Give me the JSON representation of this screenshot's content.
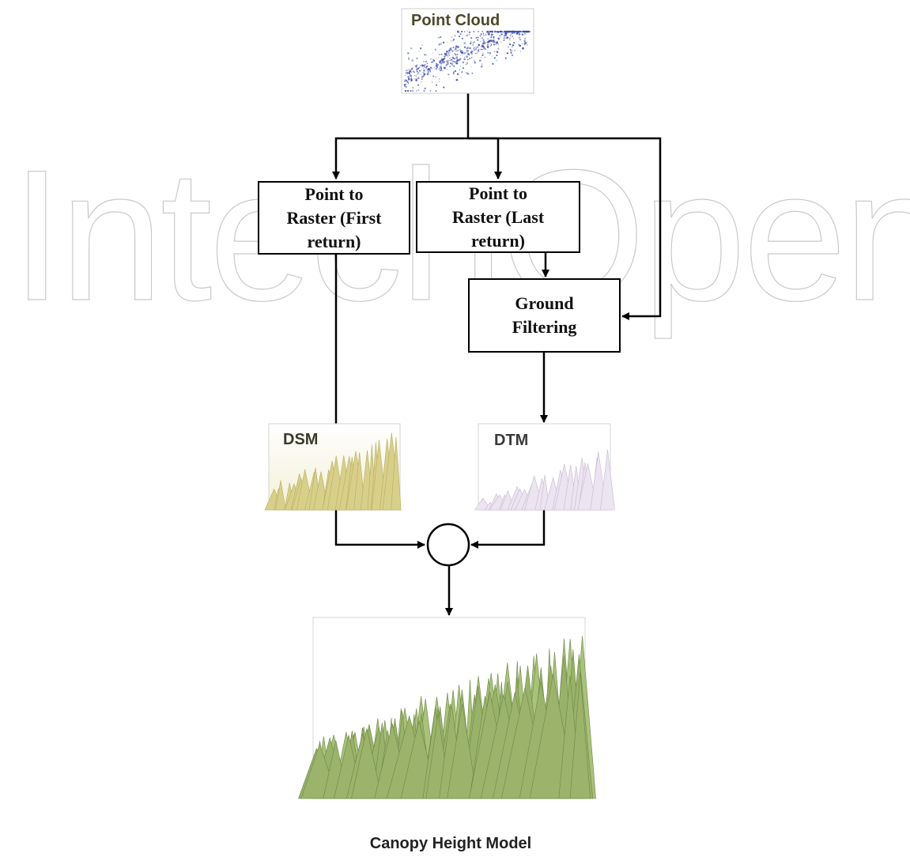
{
  "watermark": {
    "text": "IntechOpen"
  },
  "nodes": {
    "point_cloud": {
      "label": "Point Cloud"
    },
    "raster_first": {
      "label": "Point to\nRaster (First\nreturn)"
    },
    "raster_last": {
      "label": "Point to\nRaster (Last\nreturn)"
    },
    "ground_filtering": {
      "label": "Ground\nFiltering"
    },
    "dsm": {
      "label": "DSM"
    },
    "dtm": {
      "label": "DTM"
    },
    "canopy_height_model": {
      "label": "Canopy Height Model"
    }
  },
  "edges": [
    {
      "from": "point_cloud",
      "to": "raster_first"
    },
    {
      "from": "point_cloud",
      "to": "raster_last"
    },
    {
      "from": "point_cloud",
      "to": "ground_filtering"
    },
    {
      "from": "raster_last",
      "to": "ground_filtering"
    },
    {
      "from": "raster_first",
      "to": "dsm"
    },
    {
      "from": "ground_filtering",
      "to": "dtm"
    },
    {
      "from": "dsm",
      "to": "difference_operator"
    },
    {
      "from": "dtm",
      "to": "difference_operator"
    },
    {
      "from": "difference_operator",
      "to": "canopy_height_model"
    }
  ],
  "colors": {
    "point_cloud": "#3b4bb0",
    "dsm": "#d8cf8a",
    "dtm": "#c9b8d3",
    "chm": "#9bb36a",
    "line": "#000000"
  }
}
